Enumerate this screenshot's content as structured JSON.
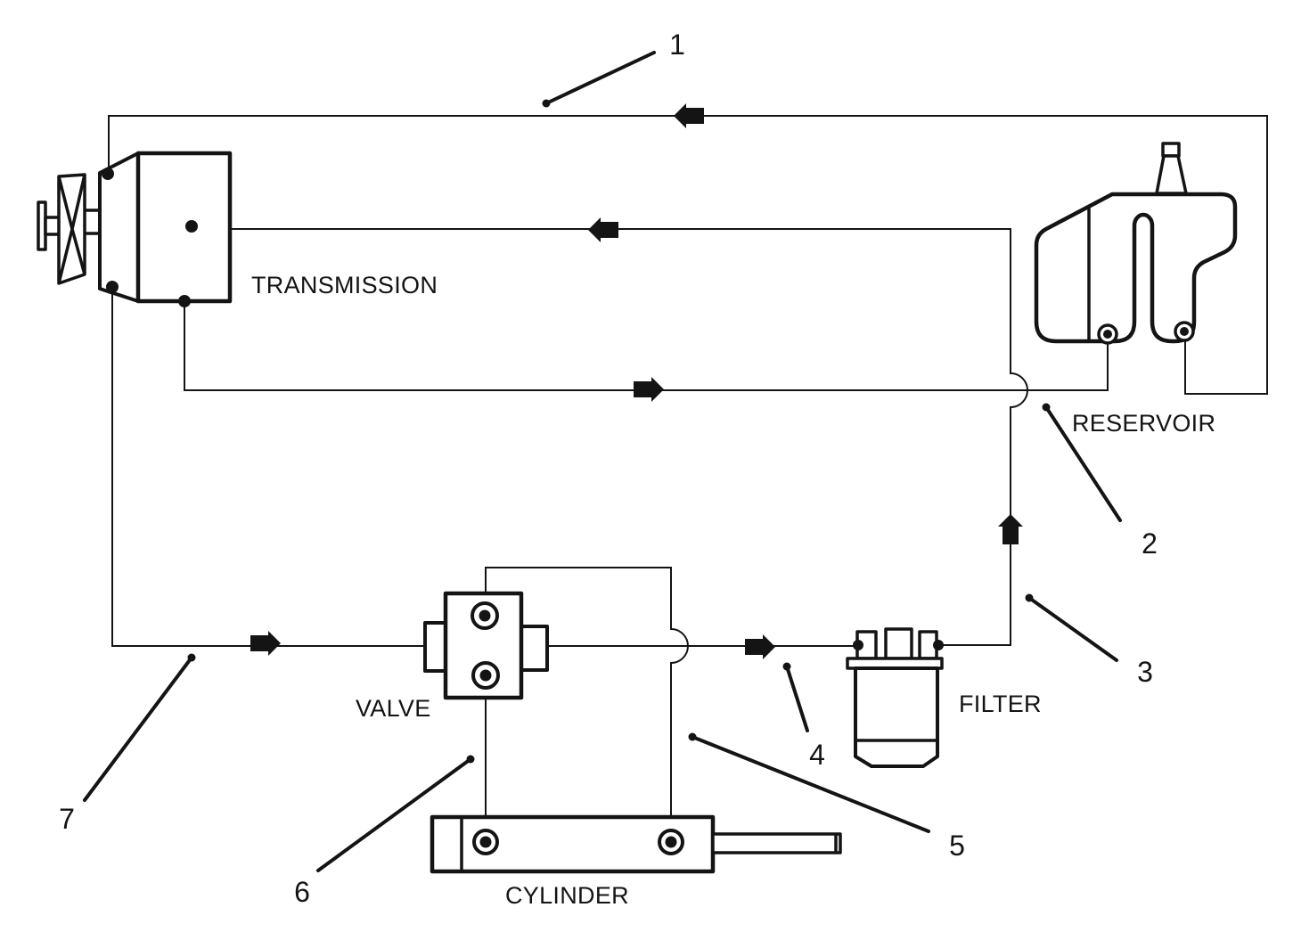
{
  "colors": {
    "ink": "#141414",
    "background": "#ffffff"
  },
  "components": {
    "transmission": {
      "label": "TRANSMISSION"
    },
    "reservoir": {
      "label": "RESERVOIR"
    },
    "valve": {
      "label": "VALVE"
    },
    "filter": {
      "label": "FILTER"
    },
    "cylinder": {
      "label": "CYLINDER"
    }
  },
  "callouts": [
    {
      "number": "1"
    },
    {
      "number": "2"
    },
    {
      "number": "3"
    },
    {
      "number": "4"
    },
    {
      "number": "5"
    },
    {
      "number": "6"
    },
    {
      "number": "7"
    }
  ],
  "flow_arrows": [
    {
      "name": "flow-arrow-top-line",
      "direction": "left"
    },
    {
      "name": "flow-arrow-middle-line",
      "direction": "left"
    },
    {
      "name": "flow-arrow-to-reservoir",
      "direction": "right"
    },
    {
      "name": "flow-arrow-to-valve",
      "direction": "right"
    },
    {
      "name": "flow-arrow-valve-to-filter",
      "direction": "right"
    },
    {
      "name": "flow-arrow-filter-riser",
      "direction": "up"
    }
  ]
}
